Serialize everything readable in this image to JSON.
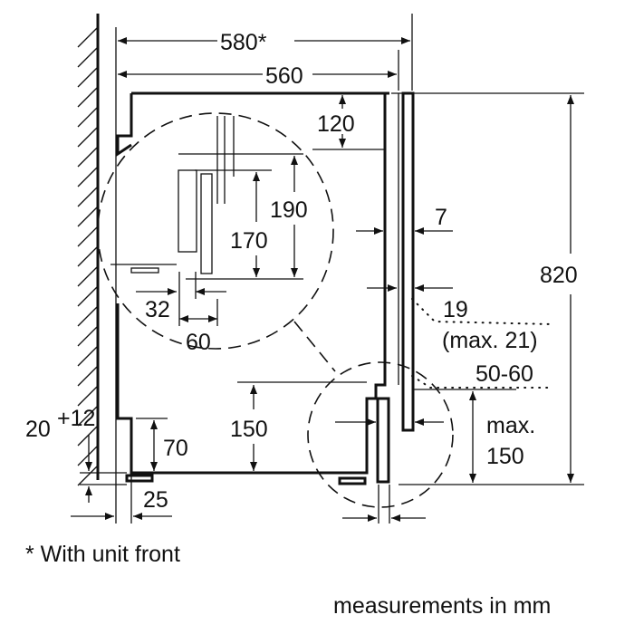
{
  "dimensions": {
    "width_with_front": "580*",
    "width": "560",
    "top_clearance": "120",
    "hose_190": "190",
    "hose_170": "170",
    "gap_7": "7",
    "front_thickness": "19",
    "front_thickness_max": "(max. 21)",
    "plinth_recess": "50-60",
    "plinth_max_label": "max.",
    "plinth_max_value": "150",
    "height": "820",
    "plinth_150": "150",
    "foot_70": "70",
    "adjust_base": "20",
    "adjust_plus": "+12",
    "foot_25": "25",
    "offset_32": "32",
    "offset_60": "60"
  },
  "footnote": "* With unit front",
  "units_note": "measurements in mm"
}
